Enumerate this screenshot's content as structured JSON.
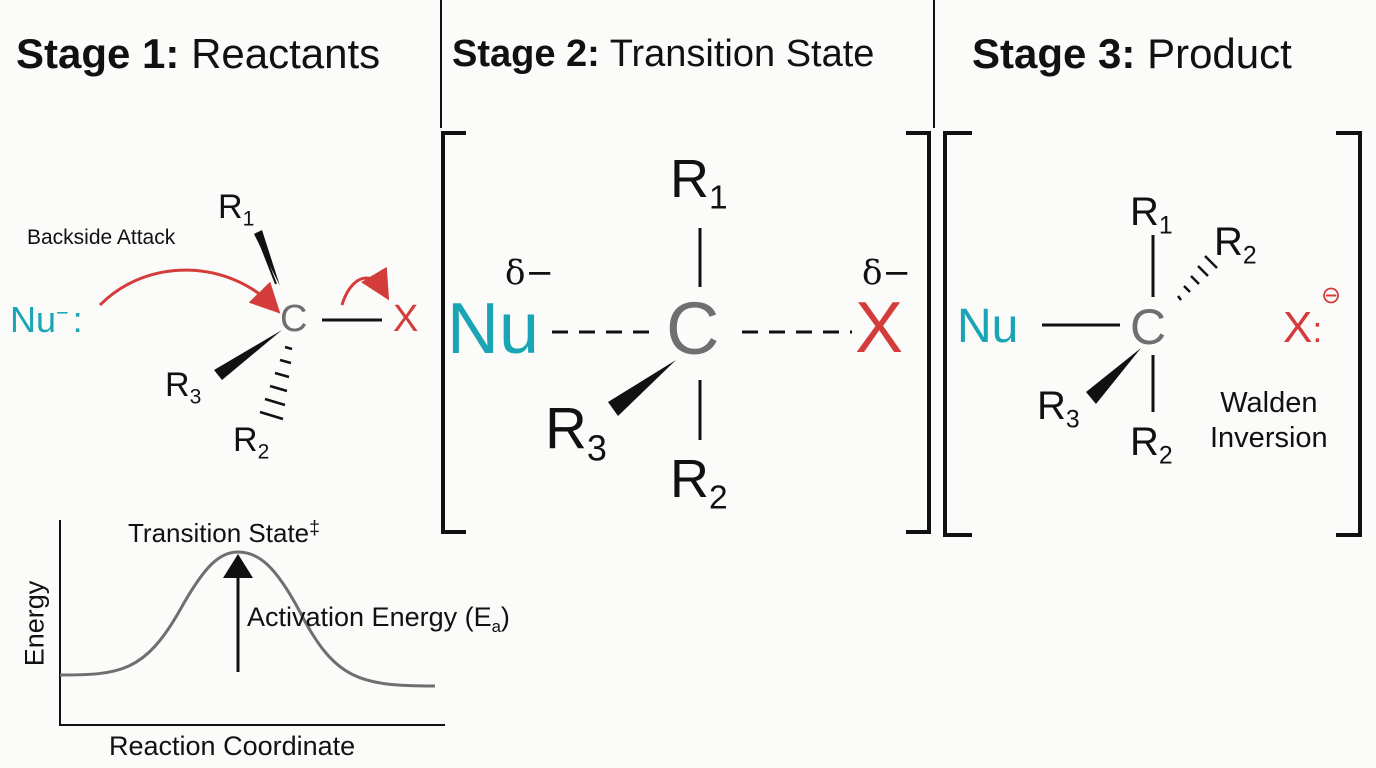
{
  "stage1": {
    "label": "Stage 1:",
    "name": "Reactants"
  },
  "stage2": {
    "label": "Stage 2:",
    "name": "Transition State"
  },
  "stage3": {
    "label": "Stage 3:",
    "name": "Product"
  },
  "reactants": {
    "attack_label": "Backside Attack",
    "nucleophile": "Nu",
    "nu_charge": "−",
    "nu_lone_pair": ":",
    "carbon": "C",
    "leaving_group": "X",
    "r1": {
      "base": "R",
      "sub": "1"
    },
    "r2": {
      "base": "R",
      "sub": "2"
    },
    "r3": {
      "base": "R",
      "sub": "3"
    }
  },
  "transition_state": {
    "nucleophile": "Nu",
    "carbon": "C",
    "leaving_group": "X",
    "partial_charge_nu": "δ−",
    "partial_charge_x": "δ−",
    "r1": {
      "base": "R",
      "sub": "1"
    },
    "r2": {
      "base": "R",
      "sub": "2"
    },
    "r3": {
      "base": "R",
      "sub": "3"
    }
  },
  "product": {
    "nucleophile": "Nu",
    "carbon": "C",
    "leaving_group": "X",
    "leaving_charge": "⊖",
    "lone_pair": ":",
    "note_line1": "Walden",
    "note_line2": "Inversion",
    "r1": {
      "base": "R",
      "sub": "1"
    },
    "r2_top": {
      "base": "R",
      "sub": "2"
    },
    "r2_bottom": {
      "base": "R",
      "sub": "2"
    },
    "r3": {
      "base": "R",
      "sub": "3"
    }
  },
  "energy_diagram": {
    "ylabel": "Energy",
    "xlabel": "Reaction Coordinate",
    "peak_label": "Transition State",
    "peak_symbol": "‡",
    "activation_label": "Activation Energy (E",
    "activation_sub": "a",
    "activation_close": ")"
  },
  "colors": {
    "nucleophile": "#1aa5b4",
    "leaving_group": "#d43c3c",
    "carbon": "#6f6f6f",
    "bonds": "#111111",
    "curve": "#6f6f6f"
  }
}
